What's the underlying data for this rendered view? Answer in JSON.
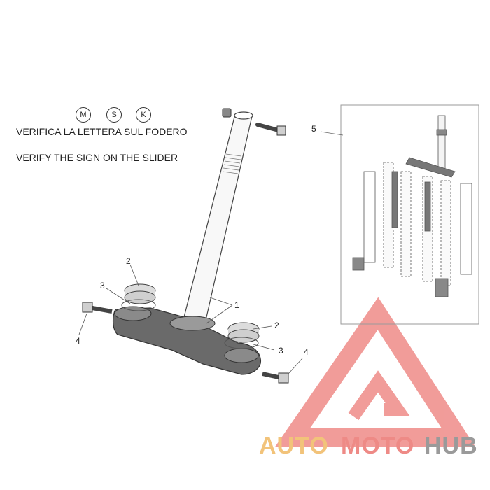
{
  "diagram": {
    "badges": [
      "M",
      "S",
      "K"
    ],
    "note_it": "VERIFICA LA LETTERA SUL FODERO",
    "note_en": "VERIFY THE SIGN ON THE SLIDER",
    "callouts": [
      "1",
      "2",
      "3",
      "4",
      "5"
    ]
  },
  "watermark": {
    "part1": "AUTO",
    "part2": "MOTO",
    "part3": "HUB",
    "colors": {
      "auto": "#f2c37a",
      "moto": "#ee8a86",
      "hub": "#9a9a9a",
      "mark": "#ef8b88"
    }
  }
}
